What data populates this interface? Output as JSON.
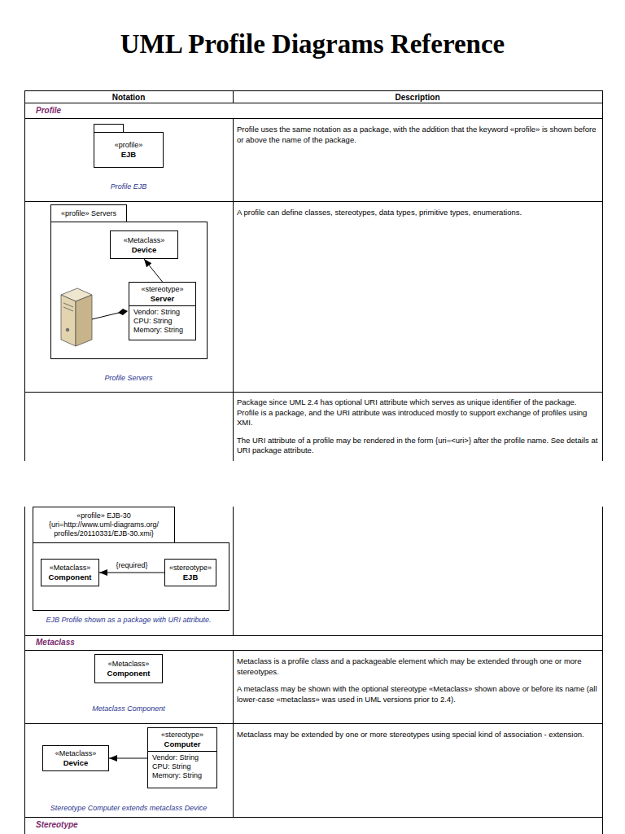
{
  "diagram": {
    "title": "UML Profile Diagrams Reference",
    "nodes": [
      {
        "text": [
          "«profile»",
          "EJB"
        ]
      },
      {
        "text": [
          "«profile» Servers"
        ]
      },
      {
        "text": [
          "«Metaclass»",
          "Device"
        ],
        "in": 1
      },
      {
        "text": [
          "«stereotype»",
          "Server",
          "Vendor: String",
          "CPU: String",
          "Memory: String"
        ],
        "in": 1
      },
      {
        "text": [
          "«profile» EJB-30",
          "{uri=http://www.uml-diagrams.org/ profiles/20110331/EJB-30.xmi}"
        ]
      },
      {
        "text": [
          "«Metaclass»",
          "Component"
        ],
        "in": 4
      },
      {
        "text": [
          "«stereotype»",
          "EJB"
        ],
        "in": 4
      },
      {
        "text": [
          "«Metaclass»",
          "Component"
        ]
      },
      {
        "text": [
          "«Metaclass»",
          "Device"
        ]
      },
      {
        "text": [
          "«stereotype»",
          "Computer",
          "Vendor: String",
          "CPU: String",
          "Memory: String"
        ]
      }
    ],
    "edges": [
      {
        "from": 3,
        "to": 2,
        "arrow": "to"
      },
      {
        "from": 6,
        "to": 5,
        "label": "{required}",
        "arrow": "to"
      },
      {
        "from": 9,
        "to": 8,
        "arrow": "to"
      }
    ],
    "labels": [
      "Notation",
      "Description",
      "Profile",
      "Profile EJB",
      "Profile uses the same notation as a package, with the addition that the keyword «profile» is shown before or above the name of the package.",
      "Profile Servers",
      "A profile can define classes, stereotypes, data types, primitive types, enumerations.",
      "Package since UML 2.4 has optional URI attribute which serves as unique identifier of the package. Profile is a package, and the URI attribute was introduced mostly to support exchange of profiles using XMI.",
      "The URI attribute of a profile may be rendered in the form {uri=<uri>} after the profile name. See details at URI package attribute.",
      "EJB Profile shown as a package with URI attribute.",
      "Metaclass",
      "Metaclass Component",
      "Metaclass is a profile class and a packageable element which may be extended through one or more stereotypes.",
      "A metaclass may be shown with the optional stereotype «Metaclass» shown above or before its name (all lower-case «metaclass» was used in UML versions prior to 2.4).",
      "Stereotype Computer extends metaclass Device",
      "Metaclass may be extended by one or more stereotypes using special kind of association - extension.",
      "Stereotype"
    ]
  }
}
